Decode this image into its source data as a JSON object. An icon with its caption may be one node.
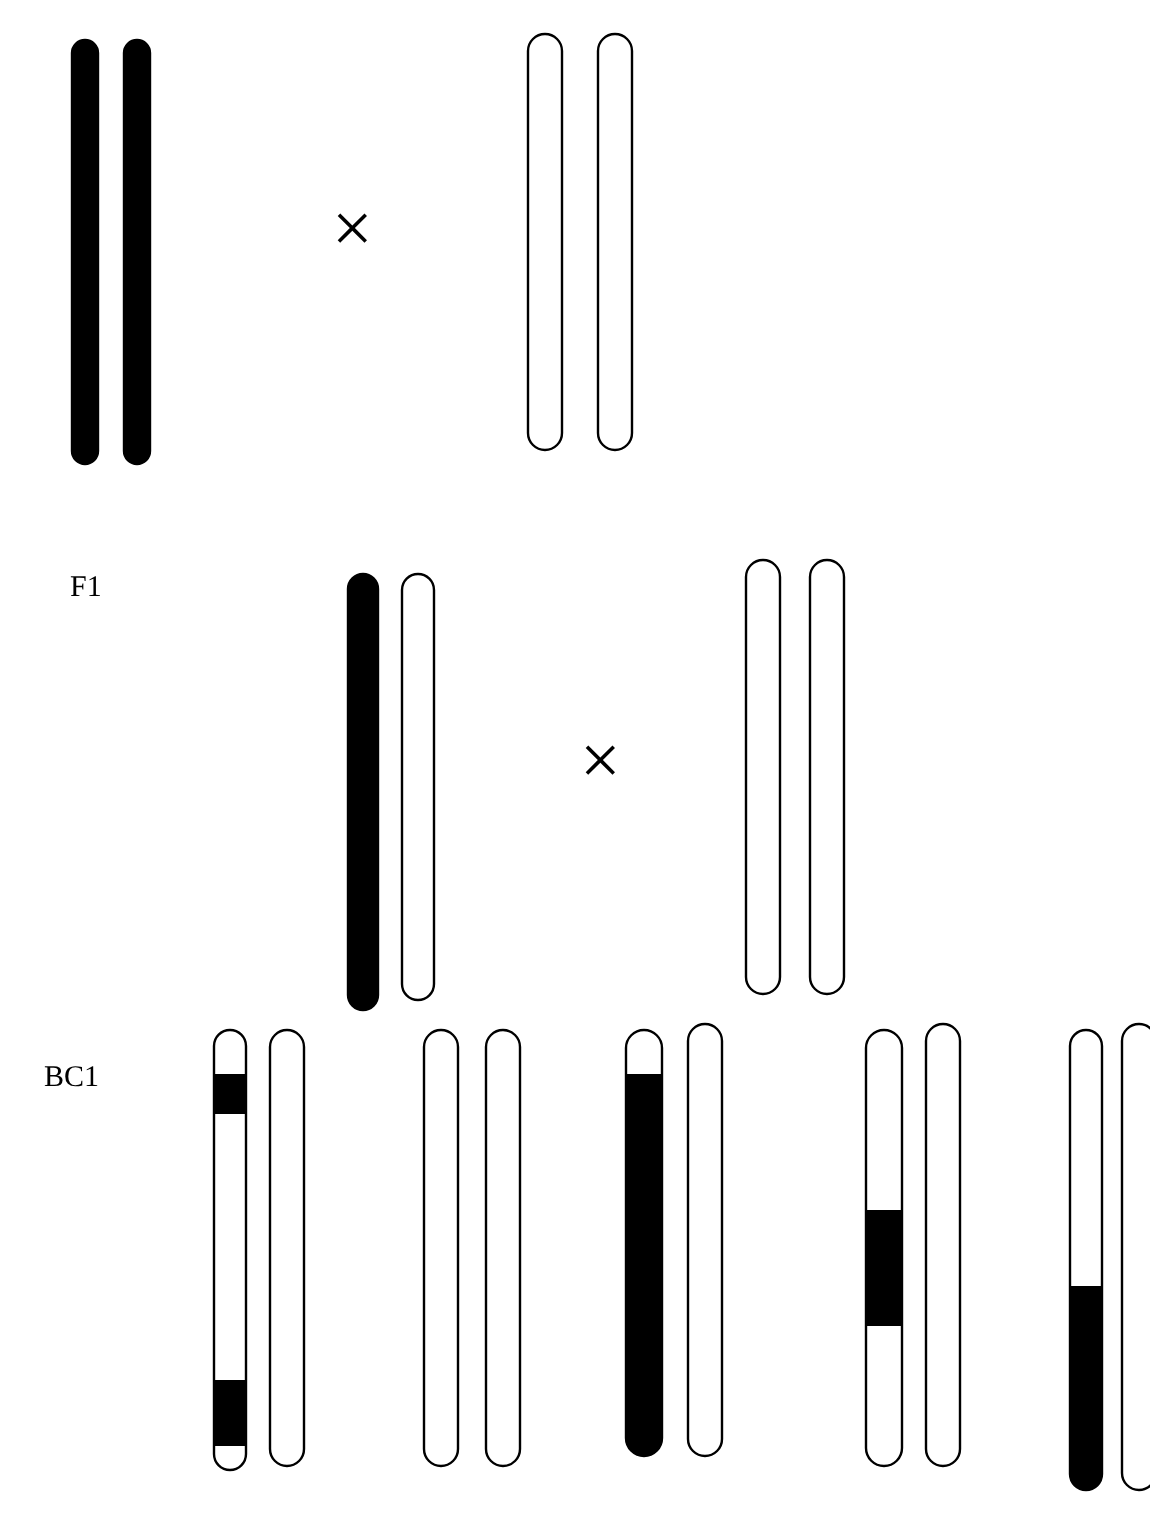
{
  "diagram": {
    "nodes": [
      {
        "text": [],
        "shape": "bar"
      },
      {
        "text": [],
        "shape": "bar"
      },
      {
        "text": [],
        "shape": "bar"
      },
      {
        "text": [],
        "shape": "bar"
      },
      {
        "text": [],
        "shape": "bar"
      },
      {
        "text": [],
        "shape": "bar"
      },
      {
        "text": [],
        "shape": "bar"
      },
      {
        "text": [],
        "shape": "bar"
      },
      {
        "text": [],
        "shape": "bar"
      },
      {
        "text": [],
        "shape": "bar"
      },
      {
        "text": [],
        "shape": "bar"
      },
      {
        "text": [],
        "shape": "bar"
      },
      {
        "text": [],
        "shape": "bar"
      },
      {
        "text": [],
        "shape": "bar"
      },
      {
        "text": [],
        "shape": "bar"
      },
      {
        "text": [],
        "shape": "bar"
      },
      {
        "text": [],
        "shape": "bar"
      },
      {
        "text": [],
        "shape": "bar"
      }
    ],
    "labels": [
      "×",
      "F1",
      "×",
      "BC1"
    ]
  }
}
